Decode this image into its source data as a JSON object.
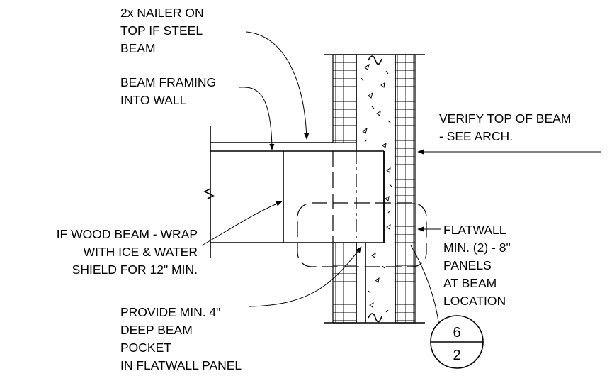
{
  "notes": {
    "nailer": [
      "2x NAILER ON",
      "TOP IF STEEL",
      "BEAM"
    ],
    "framing": [
      "BEAM FRAMING",
      "INTO WALL"
    ],
    "verify": [
      "VERIFY TOP OF BEAM",
      "- SEE ARCH."
    ],
    "wood_beam": [
      "IF WOOD BEAM - WRAP",
      "WITH ICE & WATER",
      "SHIELD FOR 12\" MIN."
    ],
    "flatwall": [
      "FLATWALL",
      "MIN. (2) - 8\"",
      "PANELS",
      "AT BEAM",
      "LOCATION"
    ],
    "pocket": [
      "PROVIDE MIN. 4\"",
      "DEEP BEAM",
      "POCKET",
      "IN FLATWALL PANEL"
    ]
  },
  "detail_tag": {
    "top": "6",
    "bottom": "2"
  }
}
